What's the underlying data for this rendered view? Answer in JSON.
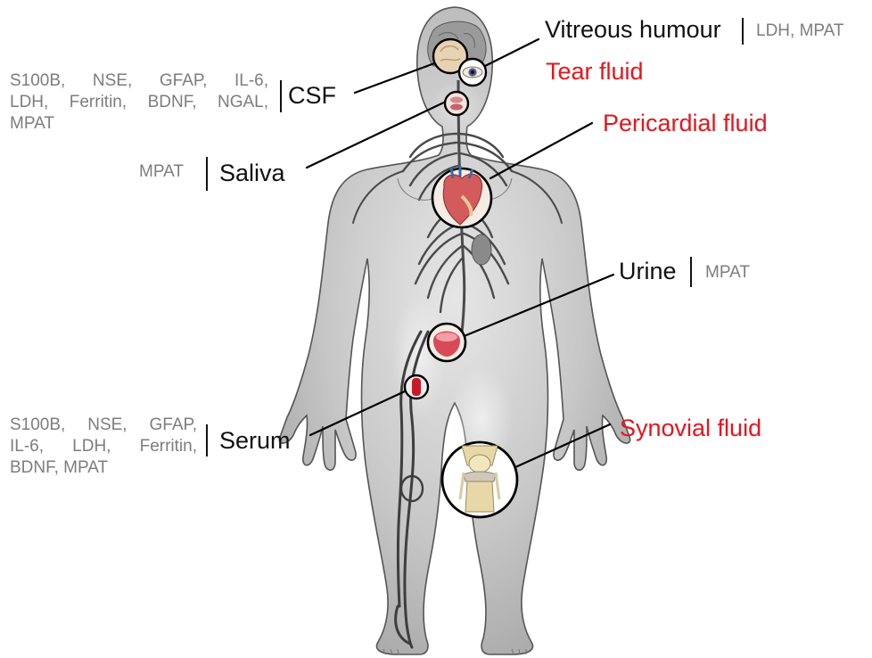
{
  "fluids": {
    "vitreous": {
      "name": "Vitreous humour",
      "markers": "LDH, MPAT",
      "color": "#111111"
    },
    "tear": {
      "name": "Tear fluid",
      "color": "#e4161d"
    },
    "csf": {
      "name": "CSF",
      "markers_lines": [
        "S100B, NSE, GFAP, IL-6,",
        "LDH, Ferritin, BDNF, NGAL,",
        "MPAT"
      ],
      "color": "#111111"
    },
    "saliva": {
      "name": "Saliva",
      "markers": "MPAT",
      "color": "#111111"
    },
    "pericardial": {
      "name": "Pericardial fluid",
      "color": "#e4161d"
    },
    "urine": {
      "name": "Urine",
      "markers": "MPAT",
      "color": "#111111"
    },
    "serum": {
      "name": "Serum",
      "markers_lines": [
        "S100B, NSE, GFAP,",
        "IL-6, LDH, Ferritin,",
        "BDNF, MPAT"
      ],
      "color": "#111111"
    },
    "synovial": {
      "name": "Synovial fluid",
      "color": "#e4161d"
    }
  },
  "colors": {
    "body_fill": "#c6c6c6",
    "body_outline": "#555555",
    "vessel": "#4a4a4a",
    "marker_text": "#7d7d7d",
    "highlight_red": "#e4161d"
  }
}
